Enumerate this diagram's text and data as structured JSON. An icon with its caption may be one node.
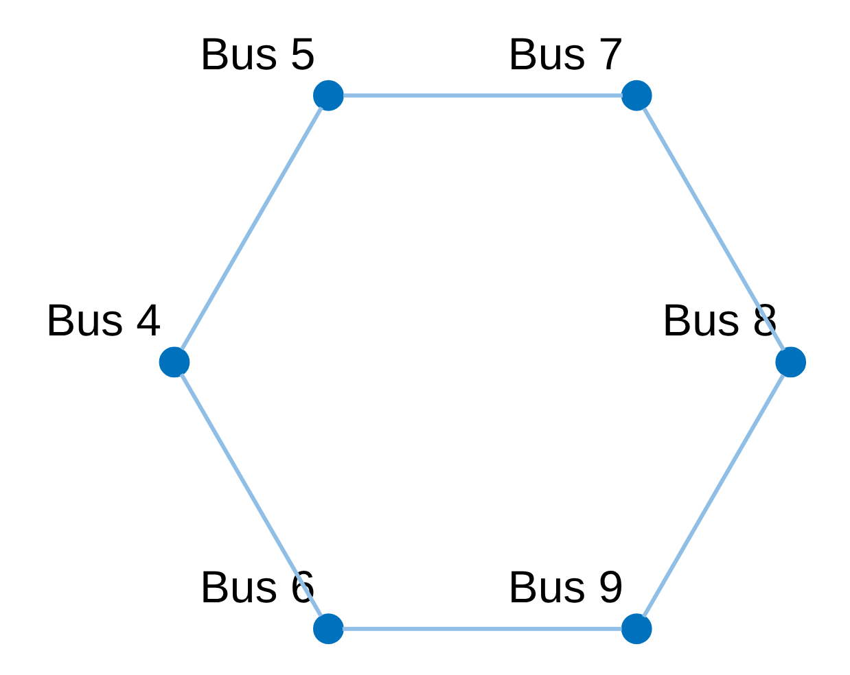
{
  "diagram": {
    "nodes": [
      {
        "text": [],
        "shape": "circle",
        "beside": [
          "Bus 9"
        ]
      },
      {
        "text": [],
        "shape": "circle",
        "beside": [
          "Bus 8"
        ]
      },
      {
        "text": [],
        "shape": "circle",
        "beside": [
          "Bus 6"
        ]
      },
      {
        "text": [],
        "shape": "circle",
        "beside": [
          "Bus 7"
        ]
      },
      {
        "text": [],
        "shape": "circle",
        "beside": [
          "Bus 4"
        ]
      },
      {
        "text": [],
        "shape": "circle",
        "beside": [
          "Bus 5"
        ]
      }
    ],
    "edges": [
      {
        "from": 1,
        "to": 0,
        "arrow": "none"
      },
      {
        "from": 0,
        "to": 2,
        "arrow": "none"
      },
      {
        "from": 2,
        "to": 4,
        "arrow": "none"
      },
      {
        "from": 4,
        "to": 5,
        "arrow": "none"
      },
      {
        "from": 5,
        "to": 3,
        "arrow": "none"
      },
      {
        "from": 3,
        "to": 1,
        "arrow": "none"
      }
    ]
  }
}
